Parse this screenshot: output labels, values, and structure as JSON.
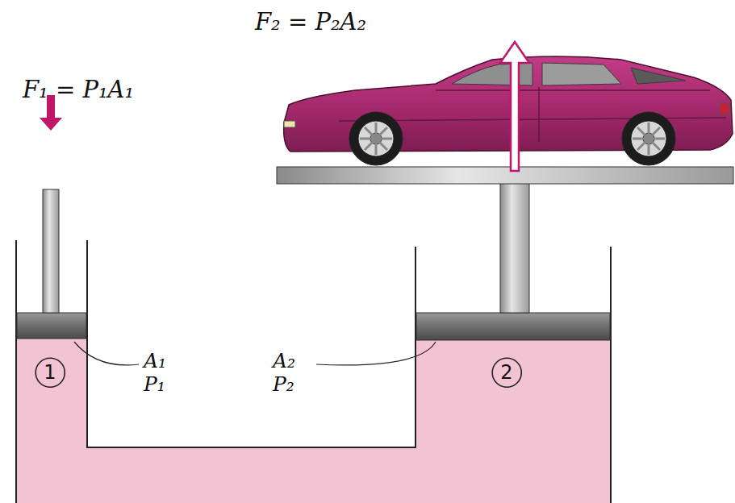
{
  "diagram": {
    "nodes": [
      {
        "text": [
          "1"
        ]
      },
      {
        "text": [
          "2"
        ]
      }
    ],
    "labels": [
      "F₁ = P₁A₁",
      "F₂ = P₂A₂",
      "A₁",
      "P₁",
      "A₂",
      "P₂"
    ]
  }
}
